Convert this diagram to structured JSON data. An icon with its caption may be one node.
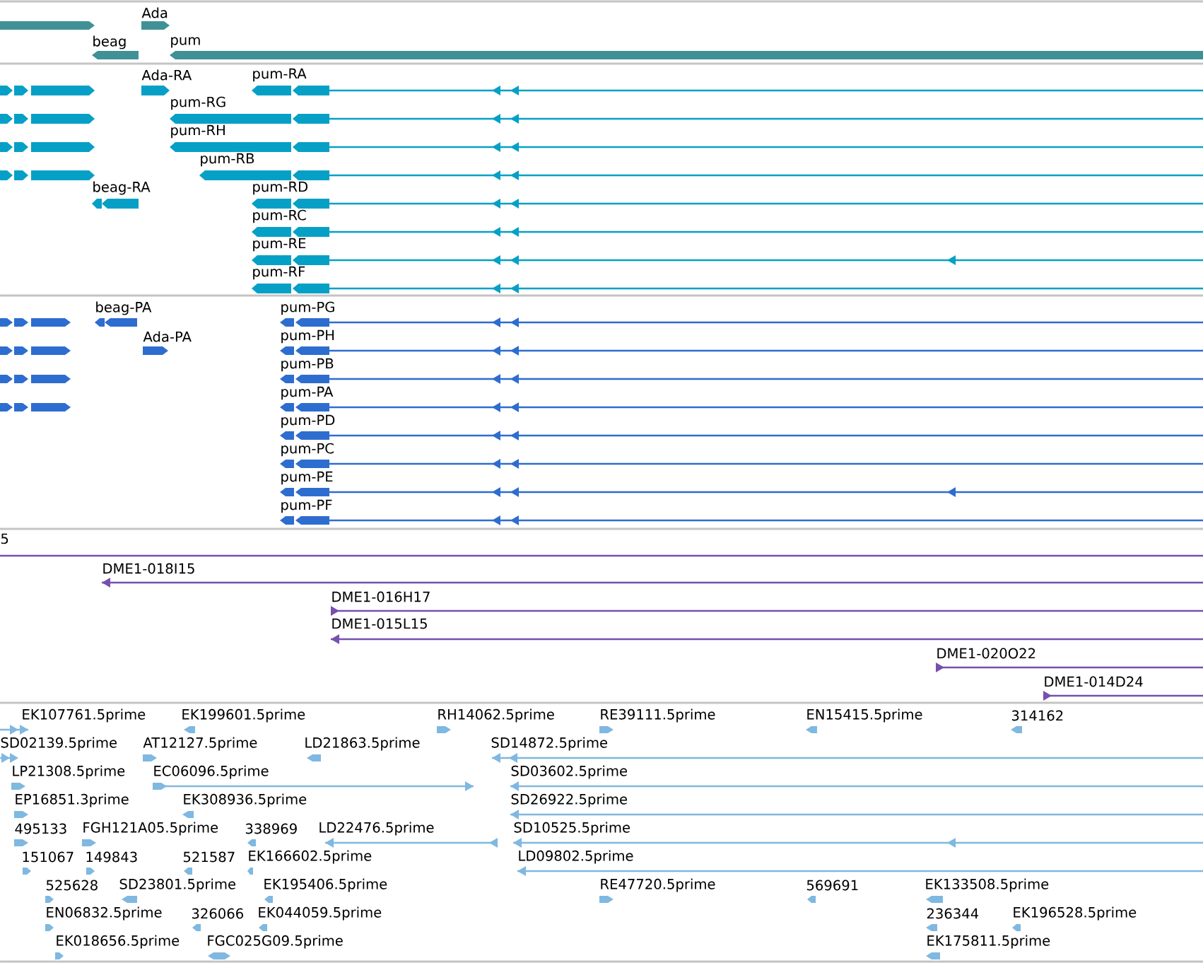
{
  "diagram": {
    "labels": [
      "Ada",
      "beag",
      "pum",
      "Ada-RA",
      "pum-RA",
      "pum-RG",
      "pum-RH",
      "pum-RB",
      "beag-RA",
      "pum-RD",
      "pum-RC",
      "pum-RE",
      "pum-RF",
      "beag-PA",
      "pum-PG",
      "Ada-PA",
      "pum-PH",
      "pum-PB",
      "pum-PA",
      "pum-PD",
      "pum-PC",
      "pum-PE",
      "pum-PF",
      "5",
      "DME1-018I15",
      "DME1-016H17",
      "DME1-015L15",
      "DME1-020O22",
      "DME1-014D24",
      "EK107761.5prime",
      "EK199601.5prime",
      "RH14062.5prime",
      "RE39111.5prime",
      "EN15415.5prime",
      "314162",
      "SD02139.5prime",
      "AT12127.5prime",
      "LD21863.5prime",
      "SD14872.5prime",
      "LP21308.5prime",
      "EC06096.5prime",
      "SD03602.5prime",
      "EP16851.3prime",
      "EK308936.5prime",
      "SD26922.5prime",
      "495133",
      "FGH121A05.5prime",
      "338969",
      "LD22476.5prime",
      "SD10525.5prime",
      "151067",
      "149843",
      "521587",
      "EK166602.5prime",
      "LD09802.5prime",
      "525628",
      "SD23801.5prime",
      "EK195406.5prime",
      "RE47720.5prime",
      "569691",
      "EK133508.5prime",
      "EN06832.5prime",
      "326066",
      "EK044059.5prime",
      "236344",
      "EK196528.5prime",
      "EK018656.5prime",
      "FGC025G09.5prime",
      "EK175811.5prime"
    ]
  }
}
